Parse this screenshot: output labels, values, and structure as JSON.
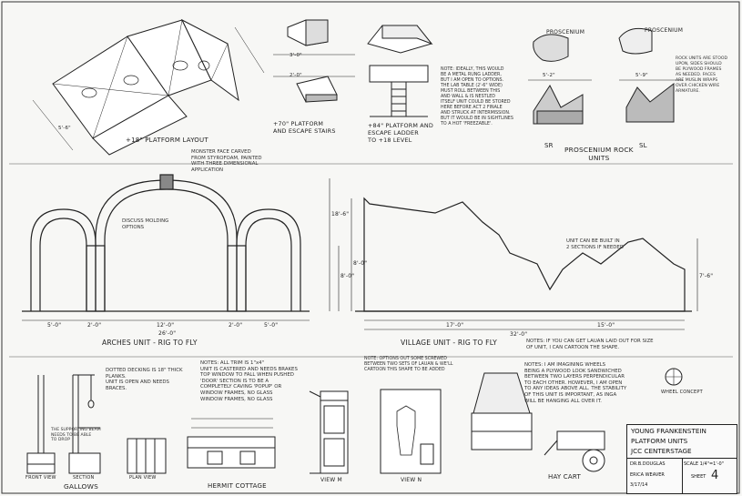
{
  "labels": {
    "platform_layout": "+18\" PLATFORM LAYOUT",
    "platform_70": "+70\" PLATFORM\nAND ESCAPE STAIRS",
    "platform_84": "+84\" PLATFORM AND\nESCAPE LADDER\nTO +18 LEVEL",
    "proscenium_left": "PROSCENIUM",
    "proscenium_right": "PROSCENIUM",
    "proscenium_units": "PROSCENIUM ROCK\nUNITS",
    "sr": "SR",
    "sl": "SL",
    "arches_unit": "ARCHES UNIT - RIG TO FLY",
    "village_unit": "VILLAGE UNIT - RIG TO FLY",
    "gallows": "GALLOWS",
    "front_view": "FRONT VIEW",
    "section": "SECTION",
    "plan_view": "PLAN VIEW",
    "hermit_cottage": "HERMIT COTTAGE",
    "view_m": "VIEW M",
    "view_n": "VIEW N",
    "hay_cart": "HAY CART",
    "wheel_concept": "WHEEL CONCEPT",
    "monster_face": "MONSTER FACE CARVED\nFROM STYROFOAM, PAINTED\nWITH THREE DIMENSIONAL\nAPPLICATION",
    "discuss_molding": "DISCUSS MOLDING\nOPTIONS",
    "unit_luan": "UNIT CAN BE BUILT IN\n2 SECTIONS IF NEEDED",
    "note_ladder": "NOTE: IDEALLY, THIS WOULD\nBE A METAL RUNG LADDER,\nBUT I AM OPEN TO OPTIONS.\nTHE LAB TABLE (2'-6\" WIDE)\nMUST ROLL BETWEEN THIS\nAND WALL & IS NESTLED\nITSELF UNIT COULD BE STORED\nHERE BEFORE ACT 2 FINALE\nAND STRUCK AT INTERMISSION.\nBUT IT WOULD BE IN SIGHTLINES\nTO A HOT 'FREEZABLE'.",
    "note_rocks": "ROCK UNITS ARE STOOD\nUPON, SIDES SHOULD\nBE PLYWOOD FRAMES\nAS NEEDED. FACES\nARE MUSLIN WRAPS\nOVER CHICKEN WIRE\nARMATURE.",
    "note_village": "NOTES: IF YOU CAN GET LAUAN LAID OUT FOR SIZE\nOF UNIT, I CAN CARTOON THE SHAPE.",
    "note_gallows": "DOTTED DECKING IS 18\" THICK\nPLANKS.\nUNIT IS OPEN AND NEEDS\nBRACES.",
    "note_gallows2": "THE SUPPORTING BEAM\nNEEDS TO BE ABLE\nTO DROP",
    "note_hermit": "NOTES: ALL TRIM IS 1\"x4\"\nUNIT IS CASTERED AND NEEDS BRAKES\nTOP WINDOW TO FALL WHEN PUSHED\n'DOOR' SECTION IS TO BE A\nCOMPLETELY CAVING 'POPUP' OR\nWINDOW FRAMES, NO GLASS\nWINDOW FRAMES, NO GLASS",
    "note_hermit2": "NOTE: OPTIONS OUT SOME SCREWED\nBETWEEN TWO SETS OF LAUAN & WE'LL\nCARTOON THIS SHAPE TO BE ADDED",
    "note_haycart": "NOTES: I AM IMAGINING WHEELS\nBEING A PLYWOOD LOOK SANDWICHED\nBETWEEN TWO LAYERS PERPENDICULAR\nTO EACH OTHER. HOWEVER, I AM OPEN\nTO ANY IDEAS ABOVE ALL. THE STABILITY\nOF THIS UNIT IS IMPORTANT, AS INGA\nWILL BE HANGING ALL OVER IT."
  },
  "dimensions": {
    "arches": [
      "5'-0\"",
      "2'-0\"",
      "12'-0\"",
      "2'-0\"",
      "5'-0\""
    ],
    "arches_total": "26'-0\"",
    "village_a": "17'-0\"",
    "village_b": "15'-0\"",
    "village_total": "32'-0\"",
    "arch_heights": [
      "18'-6\"",
      "8'-0\""
    ],
    "village_heights": [
      "8'-0\"",
      "7'-6\""
    ],
    "plat_dims": [
      "5'-6\"",
      "3'-0\"",
      "2'-0\""
    ],
    "proscenium_dims": [
      "5'-2\"",
      "5'-9\""
    ]
  },
  "title_block": {
    "line1": "YOUNG FRANKENSTEIN",
    "line2": "PLATFORM UNITS",
    "line3": "JCC CENTERSTAGE",
    "drawn_label": "DR.B.DOUGLAS",
    "scale_label": "SCALE 1/4\"=1'-0\"",
    "designer": "ERICA WEAVER",
    "date": "3/17/14",
    "sheet_label": "SHEET",
    "sheet_num": "4"
  }
}
